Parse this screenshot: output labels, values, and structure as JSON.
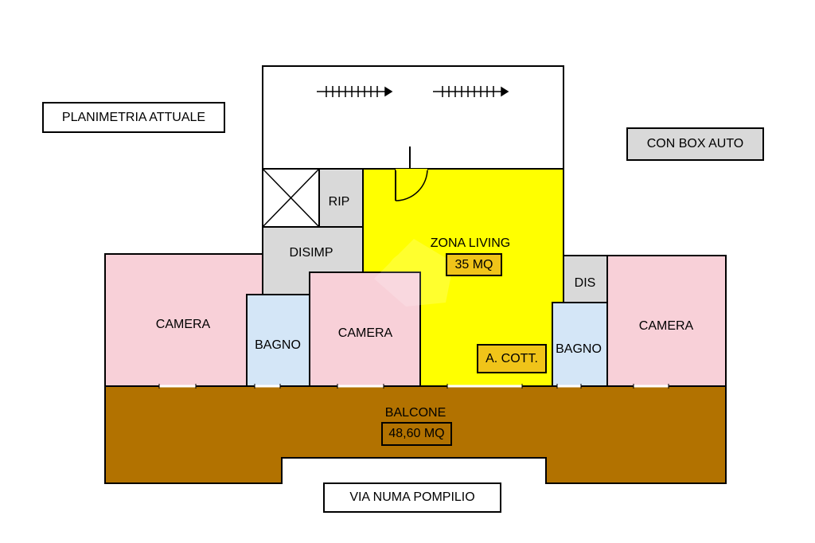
{
  "labels": {
    "title": "PLANIMETRIA ATTUALE",
    "garage": "CON BOX AUTO",
    "street": "VIA NUMA POMPILIO"
  },
  "rooms": {
    "rip": "RIP",
    "disimp": "DISIMP",
    "zona_living": "ZONA LIVING",
    "zona_living_area": "35 MQ",
    "camera_left": "CAMERA",
    "bagno_left": "BAGNO",
    "camera_center": "CAMERA",
    "a_cott": "A. COTT.",
    "dis": "DIS",
    "bagno_right": "BAGNO",
    "camera_right": "CAMERA",
    "balcone": "BALCONE",
    "balcone_area": "48,60 MQ"
  },
  "colors": {
    "camera": "#f8d0d8",
    "bagno": "#d4e6f7",
    "living": "#ffff00",
    "service": "#d9d9d9",
    "balcone": "#b27200",
    "badge": "#f0c419"
  }
}
